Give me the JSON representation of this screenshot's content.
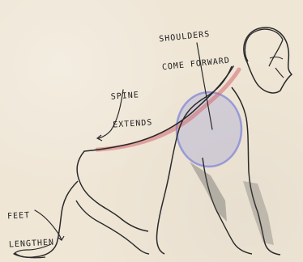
{
  "annotations": {
    "shoulders": [
      "SHOULDERS",
      "COME FORWARD"
    ],
    "spine": [
      "SPINE",
      "EXTENDS"
    ],
    "feet": [
      "FEET",
      "LENGTHEN"
    ]
  },
  "colors": {
    "paper": "#efe6d6",
    "ink": "#2a2a2a",
    "spine_highlight": "#d46a6f",
    "shoulder_highlight": "#8b8fd6"
  }
}
